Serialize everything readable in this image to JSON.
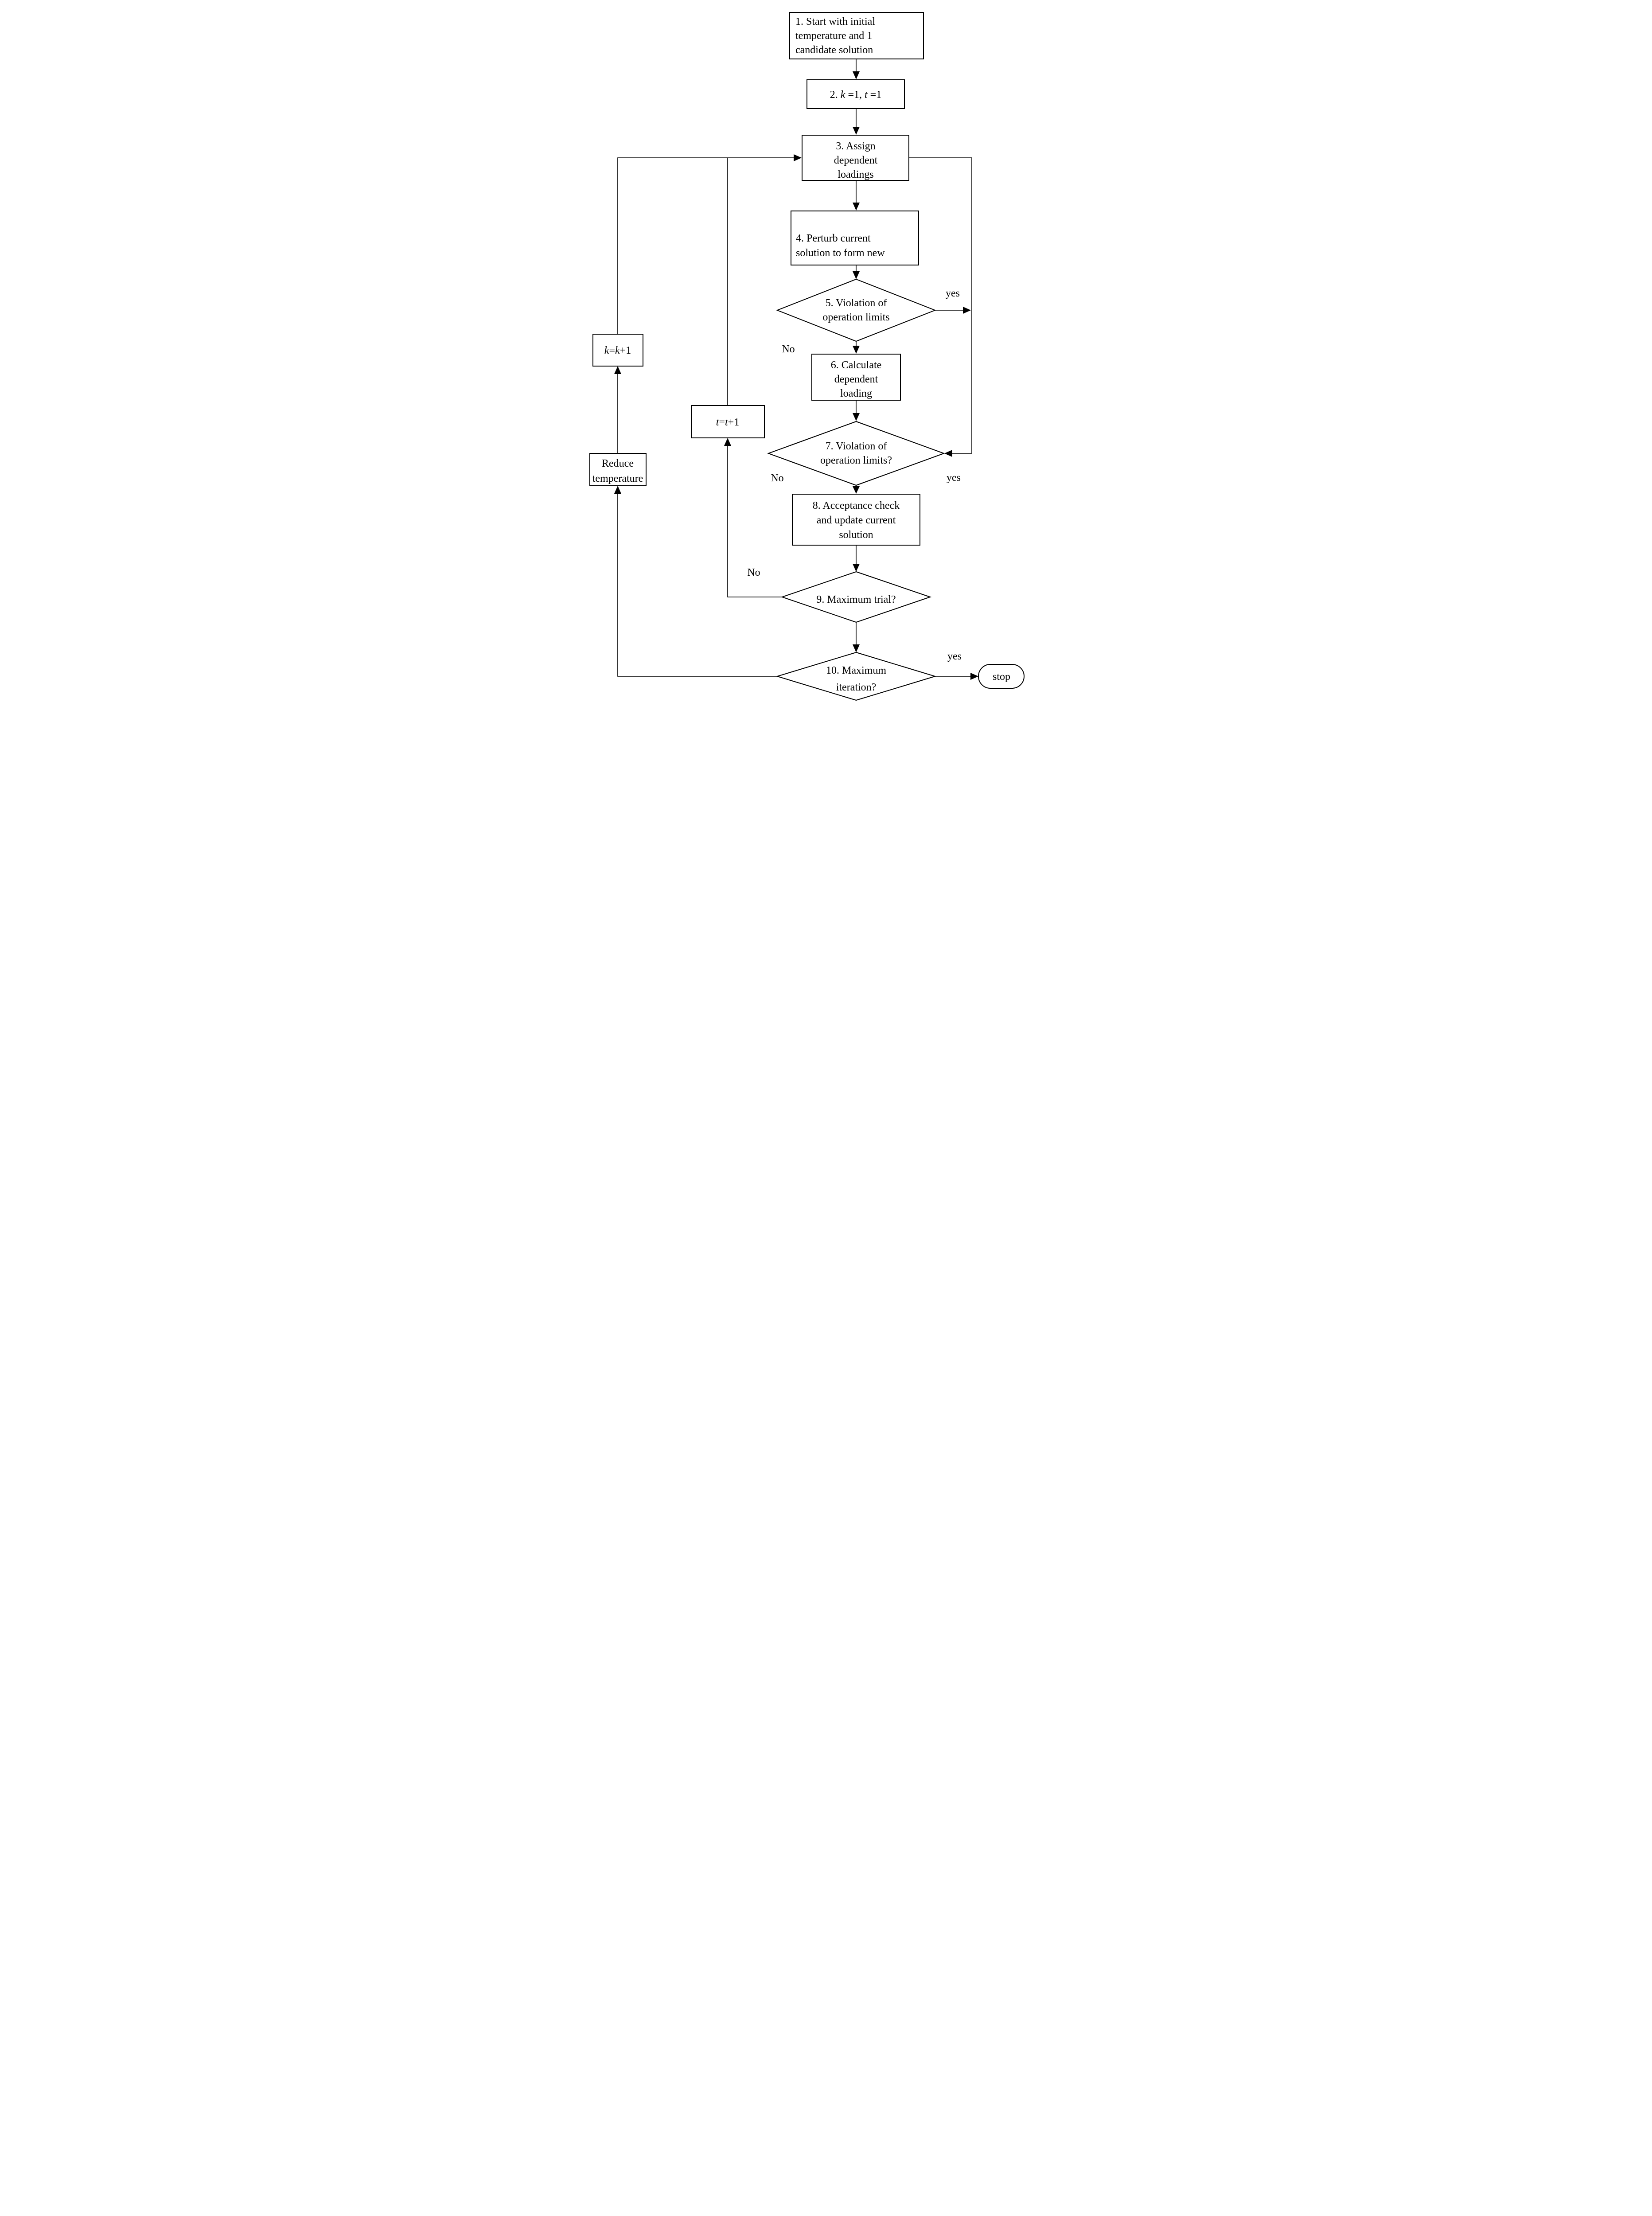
{
  "diagram": {
    "colors": {
      "line": "#000000",
      "background": "#ffffff"
    },
    "nodes": {
      "start": {
        "lines": [
          "1. Start with initial",
          "temperature and 1",
          "candidate solution"
        ]
      },
      "init_counters": {
        "prefix": "2. ",
        "var1": "k",
        "mid": " =1, ",
        "var2": "t",
        "suffix": " =1"
      },
      "assign_loadings": {
        "lines": [
          "3. Assign",
          "dependent",
          "loadings"
        ]
      },
      "perturb": {
        "lines": [
          "4. Perturb current",
          "solution to form new"
        ]
      },
      "violation_check_1": {
        "lines": [
          "5. Violation of",
          "operation limits"
        ]
      },
      "calculate_loading": {
        "lines": [
          "6. Calculate",
          "dependent",
          "loading"
        ]
      },
      "violation_check_2": {
        "lines": [
          "7. Violation of",
          "operation limits?"
        ]
      },
      "acceptance_check": {
        "lines": [
          "8. Acceptance check",
          "and update current",
          "solution"
        ]
      },
      "max_trial": {
        "lines": [
          "9. Maximum trial?"
        ]
      },
      "max_iteration": {
        "lines": [
          "10. Maximum",
          "iteration?"
        ]
      },
      "increment_k": {
        "var1": "k",
        "eq": "=",
        "var2": "k",
        "suffix": "+1"
      },
      "increment_t": {
        "var1": "t",
        "eq": "=",
        "var2": "t",
        "suffix": "+1"
      },
      "reduce_temperature": {
        "lines": [
          "Reduce",
          "temperature"
        ]
      },
      "stop": {
        "label": "stop"
      }
    },
    "edge_labels": {
      "violation1_yes": "yes",
      "violation1_no": "No",
      "violation2_yes": "yes",
      "violation2_no": "No",
      "max_trial_no": "No",
      "max_iteration_yes": "yes"
    }
  }
}
